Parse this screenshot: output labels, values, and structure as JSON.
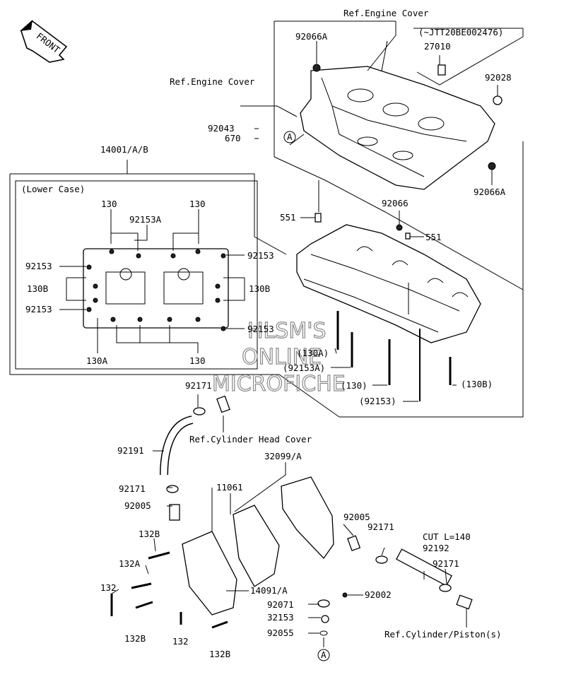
{
  "front_arrow": "FRONT",
  "labels": {
    "ref_engine_cover_top": "Ref.Engine Cover",
    "serial_note": "(~JTT20BE002476)",
    "p27010": "27010",
    "p92066A_top": "92066A",
    "p92028": "92028",
    "ref_engine_cover_left": "Ref.Engine Cover",
    "p92043": "92043",
    "p670": "670",
    "circle_a_top": "A",
    "p92066A_right": "92066A",
    "p14001": "14001/A/B",
    "lower_case": "(Lower Case)",
    "p130_tl": "130",
    "p130_tr": "130",
    "p92153A_top": "92153A",
    "p92153_r": "92153",
    "p92153_l1": "92153",
    "p130B_l": "130B",
    "p130B_r": "130B",
    "p92153_l2": "92153",
    "p92153_r2": "92153",
    "p130A_bl": "130A",
    "p130_b": "130",
    "p551_l": "551",
    "p92066": "92066",
    "p551_r": "551",
    "p130A_paren": "(130A)",
    "p92153A_paren": "(92153A)",
    "p130_paren": "(130)",
    "p130B_paren": "(130B)",
    "p92153_paren": "(92153)",
    "p92171_top": "92171",
    "ref_cyl_head_cover": "Ref.Cylinder Head Cover",
    "p92191": "92191",
    "p32099": "32099/A",
    "p11061": "11061",
    "p92171_mid": "92171",
    "p92005_l": "92005",
    "p92005_r": "92005",
    "p92171_r": "92171",
    "cut_note": "CUT L=140",
    "p92192": "92192",
    "p92171_rr": "92171",
    "p132B_1": "132B",
    "p132A": "132A",
    "p132_l": "132",
    "p14091": "14091/A",
    "p92002": "92002",
    "p92071": "92071",
    "p32153": "32153",
    "p132B_2": "132B",
    "p132_m": "132",
    "p132B_3": "132B",
    "p92055": "92055",
    "circle_a_bottom": "A",
    "ref_cyl_piston": "Ref.Cylinder/Piston(s)"
  },
  "watermark": {
    "line1": "HLSM'S",
    "line2": "ONLINE",
    "line3": "MICROFICHE"
  }
}
